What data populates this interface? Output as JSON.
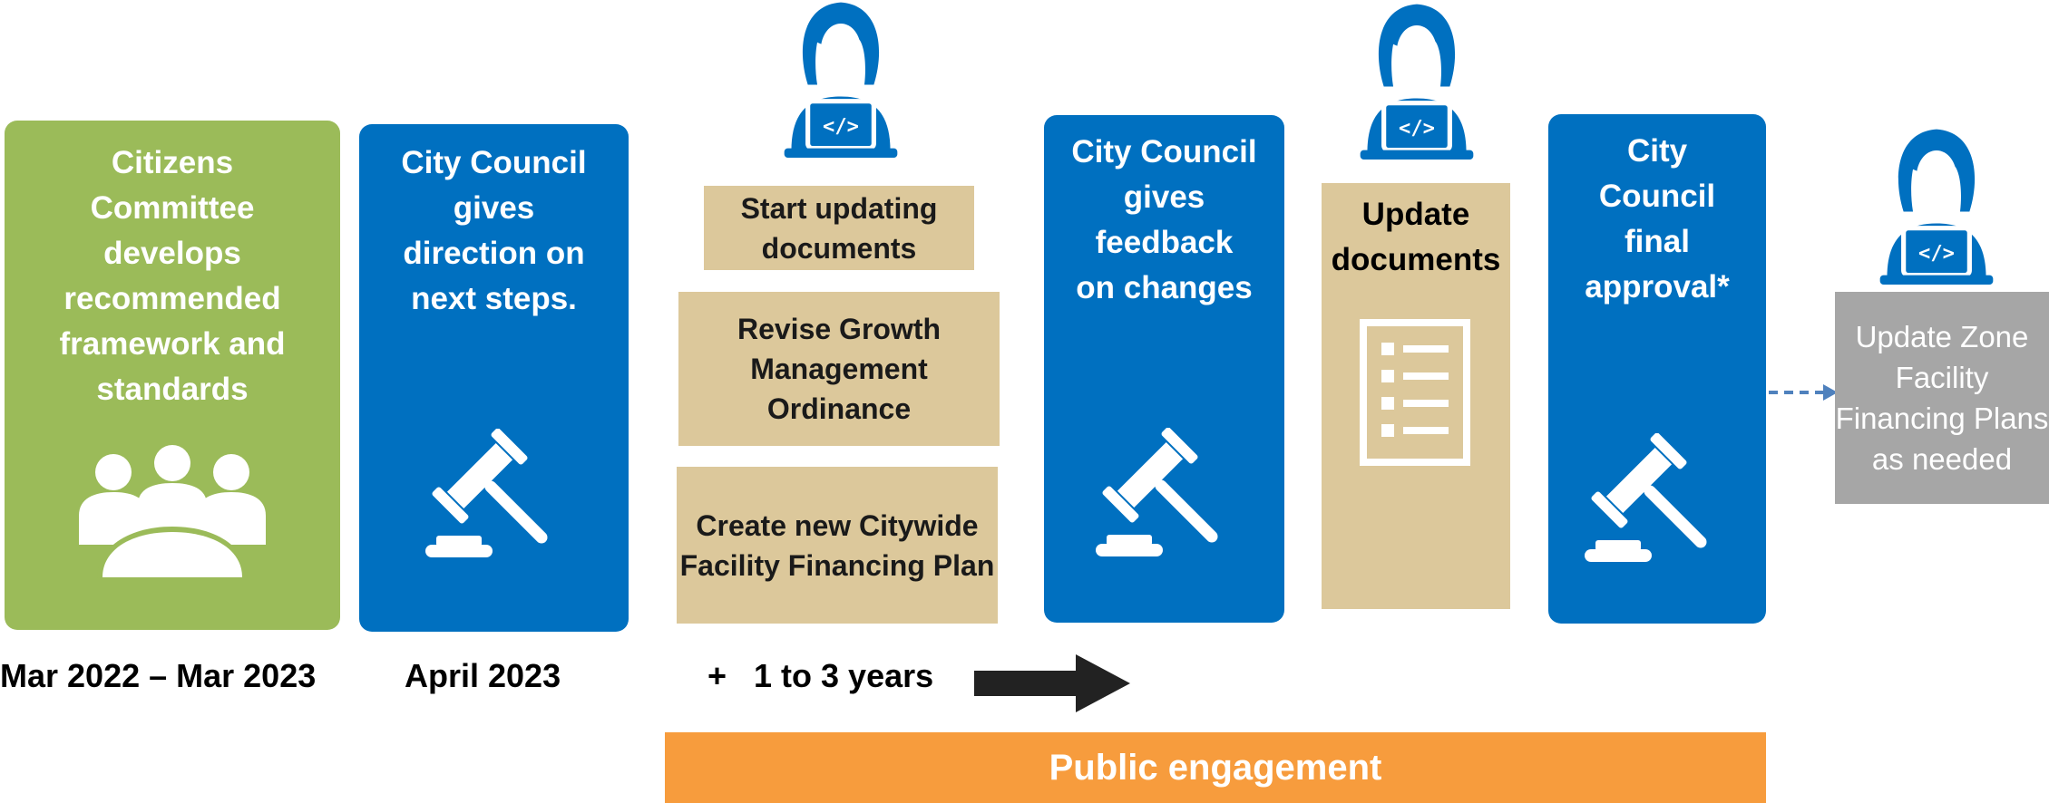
{
  "stages": {
    "citizens_committee": "Citizens\nCommittee\ndevelops\nrecommended\nframework and\nstandards",
    "council_direction": "City Council\ngives\ndirection on\nnext steps.",
    "start_updating": "Start updating\ndocuments",
    "revise_ordinance": "Revise Growth\nManagement\nOrdinance",
    "create_plan": "Create new Citywide\nFacility Financing Plan",
    "council_feedback": "City Council\ngives\nfeedback\non changes",
    "update_documents": "Update\ndocuments",
    "council_final": "City\nCouncil\nfinal\napproval*",
    "update_zone": "Update Zone\nFacility\nFinancing Plans\nas needed"
  },
  "timeline": {
    "period_1": "Mar 2022 – Mar 2023",
    "period_2": "April 2023",
    "duration": "+   1 to 3 years"
  },
  "banner": "Public engagement",
  "icons": {
    "people": "meeting-people-icon",
    "gavel": "gavel-icon",
    "developer": "developer-laptop-icon",
    "checklist": "checklist-document-icon"
  },
  "colors": {
    "green": "#9bbb59",
    "blue": "#0070c0",
    "tan": "#dcc89b",
    "grey": "#a6a6a6",
    "orange": "#f79c3d"
  }
}
